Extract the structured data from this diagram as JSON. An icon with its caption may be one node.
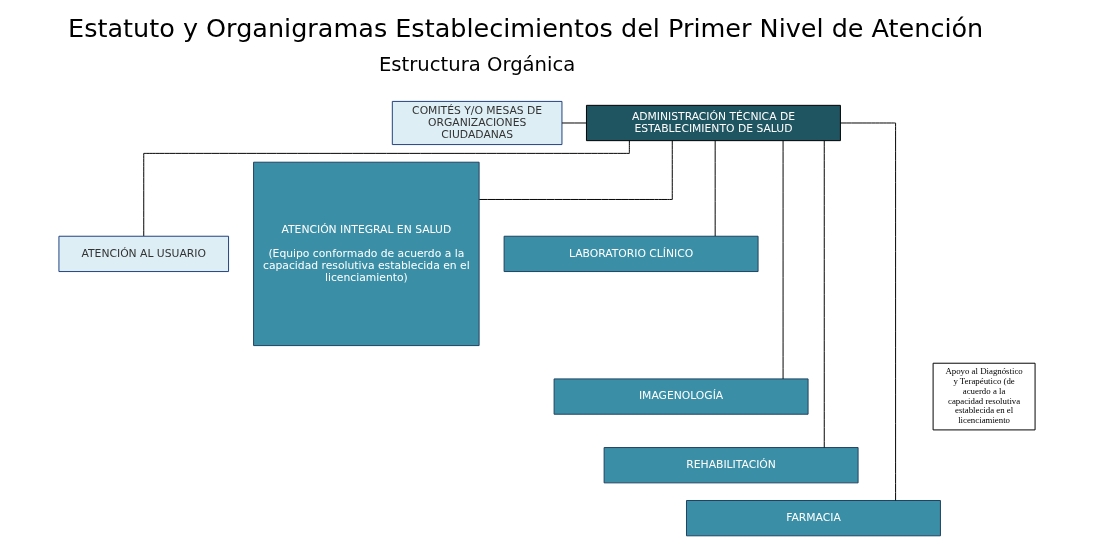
{
  "diagram": {
    "title": "Estatuto y Organigramas Establecimientos del Primer Nivel de Atención",
    "nodes": [
      {
        "text": [
          "COMITÉS Y/O MESAS DE ORGANIZACIONES CIUDADANAS"
        ]
      },
      {
        "text": [
          "ADMINISTRACIÓN TÉCNICA DE ESTABLECIMIENTO DE SALUD"
        ]
      },
      {
        "text": [
          "ATENCIÓN AL USUARIO"
        ]
      },
      {
        "text": [
          "ATENCIÓN INTEGRAL EN SALUD",
          "(Equipo conformado de acuerdo a la capacidad resolutiva establecida en el licenciamiento)"
        ]
      },
      {
        "text": [
          "LABORATORIO CLÍNICO"
        ]
      },
      {
        "text": [
          "IMAGENOLOGÍA"
        ]
      },
      {
        "text": [
          "REHABILITACIÓN"
        ]
      },
      {
        "text": [
          "FARMACIA"
        ]
      },
      {
        "text": [
          "Apoyo al Diagnóstico y Terapéutico (de acuerdo a la capacidad resolutiva establecida en el licenciamiento"
        ]
      }
    ],
    "edges": [
      {
        "from": 0,
        "to": 1,
        "arrow": "none"
      },
      {
        "from": 1,
        "to": 2,
        "arrow": "none"
      },
      {
        "from": 1,
        "to": 3,
        "arrow": "none"
      },
      {
        "from": 1,
        "to": 4,
        "arrow": "none"
      },
      {
        "from": 1,
        "to": 5,
        "arrow": "none"
      },
      {
        "from": 1,
        "to": 6,
        "arrow": "none"
      },
      {
        "from": 1,
        "to": 7,
        "arrow": "none"
      }
    ],
    "labels": [
      "Estructura Orgánica"
    ]
  }
}
